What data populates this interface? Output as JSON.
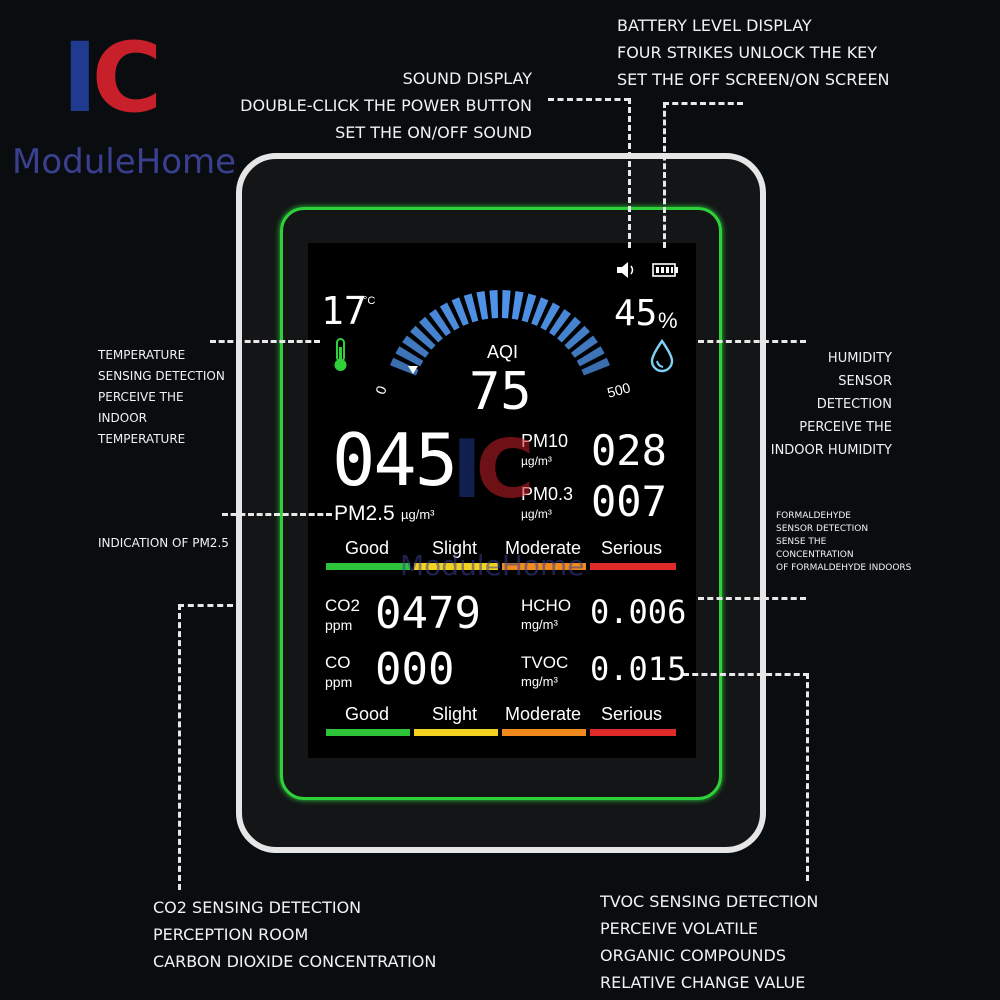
{
  "logo": {
    "mark_i": "I",
    "mark_c": "C",
    "text": "ModuleHome"
  },
  "annotations": {
    "battery": [
      "BATTERY LEVEL DISPLAY",
      "FOUR STRIKES UNLOCK THE KEY",
      "SET THE OFF SCREEN/ON SCREEN"
    ],
    "sound": [
      "SOUND DISPLAY",
      "DOUBLE-CLICK THE POWER BUTTON",
      "SET THE ON/OFF SOUND"
    ],
    "temperature": [
      "TEMPERATURE",
      "SENSING DETECTION",
      "PERCEIVE THE",
      "INDOOR",
      "TEMPERATURE"
    ],
    "humidity": [
      "HUMIDITY",
      "SENSOR",
      "DETECTION",
      "PERCEIVE THE",
      "INDOOR HUMIDITY"
    ],
    "pm25": [
      "INDICATION OF PM2.5"
    ],
    "formaldehyde": [
      "FORMALDEHYDE",
      "SENSOR DETECTION",
      "SENSE THE",
      "CONCENTRATION",
      "OF FORMALDEHYDE INDOORS"
    ],
    "co2": [
      "CO2 SENSING DETECTION",
      "PERCEPTION ROOM",
      "CARBON DIOXIDE CONCENTRATION"
    ],
    "tvoc": [
      "TVOC SENSING DETECTION",
      "PERCEIVE VOLATILE",
      "ORGANIC COMPOUNDS",
      "RELATIVE CHANGE VALUE"
    ]
  },
  "screen": {
    "temperature": {
      "value": "17",
      "unit": "°C"
    },
    "humidity": {
      "value": "45",
      "unit": "%"
    },
    "aqi": {
      "label": "AQI",
      "value": "75",
      "min": "0",
      "max": "500",
      "gauge_level": 0.15
    },
    "pm25": {
      "value": "045",
      "label": "PM2.5",
      "unit": "µg/m³"
    },
    "pm10": {
      "label": "PM10",
      "unit": "µg/m³",
      "value": "028"
    },
    "pm03": {
      "label": "PM0.3",
      "unit": "µg/m³",
      "value": "007"
    },
    "scale_top": [
      "Good",
      "Slight",
      "Moderate",
      "Serious"
    ],
    "co2": {
      "label": "CO2",
      "unit": "ppm",
      "value": "0479"
    },
    "co": {
      "label": "CO",
      "unit": "ppm",
      "value": "000"
    },
    "hcho": {
      "label": "HCHO",
      "unit": "mg/m³",
      "value": "0.006"
    },
    "tvoc": {
      "label": "TVOC",
      "unit": "mg/m³",
      "value": "0.015"
    },
    "scale_bottom": [
      "Good",
      "Slight",
      "Moderate",
      "Serious"
    ],
    "colors": {
      "good": "#2ec43a",
      "slight": "#f2d21e",
      "moderate": "#f08a1c",
      "serious": "#e02a2a",
      "gauge": "#4f93e8"
    }
  }
}
